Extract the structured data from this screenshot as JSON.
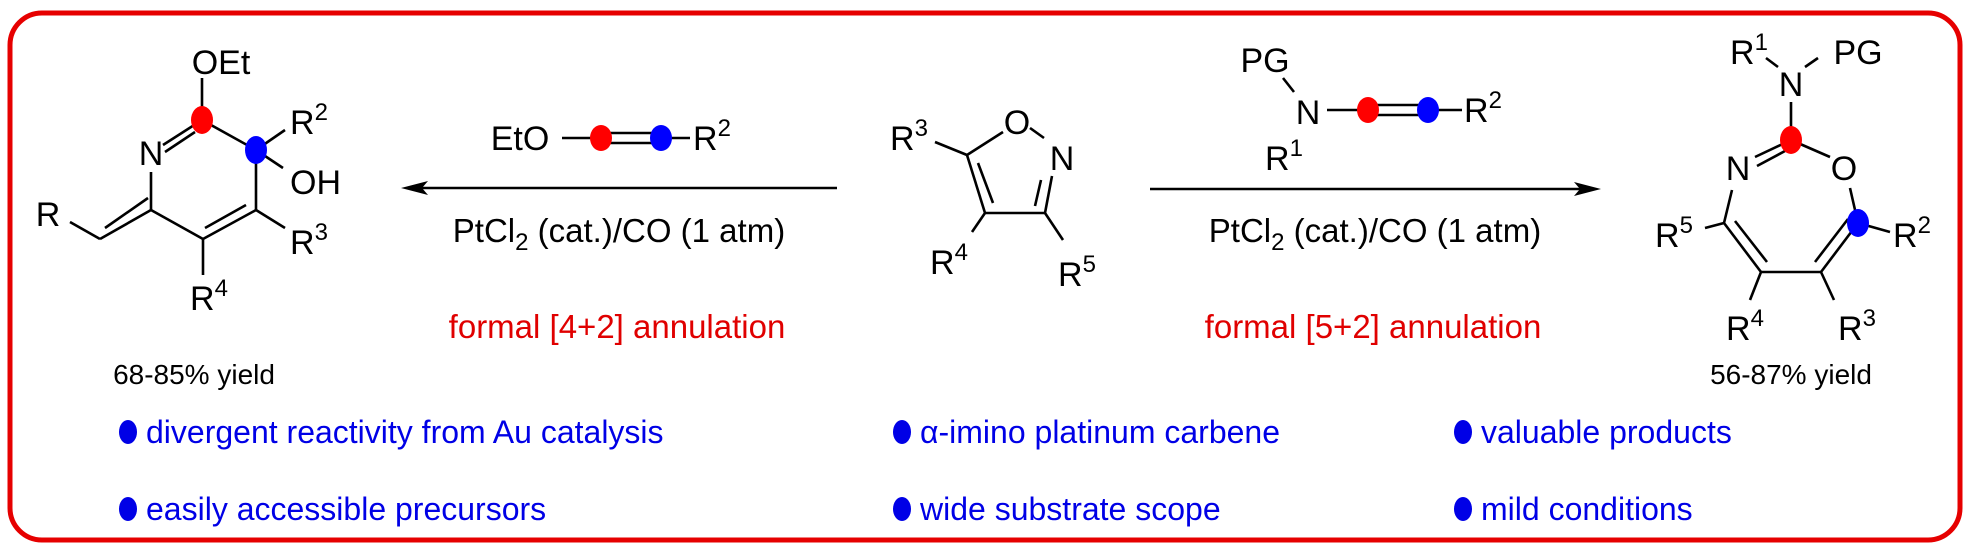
{
  "colors": {
    "border": "#e60000",
    "annulation_text": "#e00000",
    "bullet": "#0000e6",
    "carbon_red": "#ff0000",
    "carbon_blue": "#0000ff"
  },
  "left_product": {
    "oet": "OEt",
    "n": "N",
    "oh": "OH",
    "r": "R",
    "r2": {
      "base": "R",
      "sup": "2"
    },
    "r3": {
      "base": "R",
      "sup": "3"
    },
    "r4": {
      "base": "R",
      "sup": "4"
    },
    "yield": "68-85% yield"
  },
  "left_reaction": {
    "reagent_eto": "EtO",
    "reagent_r2": {
      "base": "R",
      "sup": "2"
    },
    "conditions": {
      "pre": "PtCl",
      "sub": "2",
      "post": " (cat.)/CO (1 atm)"
    },
    "label": "formal [4+2] annulation"
  },
  "isoxazole": {
    "o": "O",
    "n": "N",
    "r3": {
      "base": "R",
      "sup": "3"
    },
    "r4": {
      "base": "R",
      "sup": "4"
    },
    "r5": {
      "base": "R",
      "sup": "5"
    }
  },
  "right_reaction": {
    "pg": "PG",
    "n": "N",
    "r1": {
      "base": "R",
      "sup": "1"
    },
    "r2": {
      "base": "R",
      "sup": "2"
    },
    "conditions": {
      "pre": "PtCl",
      "sub": "2",
      "post": " (cat.)/CO (1 atm)"
    },
    "label": "formal [5+2] annulation"
  },
  "right_product": {
    "pg": "PG",
    "n_amine": "N",
    "n_ring": "N",
    "o_ring": "O",
    "r1": {
      "base": "R",
      "sup": "1"
    },
    "r2": {
      "base": "R",
      "sup": "2"
    },
    "r3": {
      "base": "R",
      "sup": "3"
    },
    "r4": {
      "base": "R",
      "sup": "4"
    },
    "r5": {
      "base": "R",
      "sup": "5"
    },
    "yield": "56-87% yield"
  },
  "features": [
    "divergent reactivity from Au catalysis",
    "α-imino platinum carbene",
    "valuable products",
    "easily accessible precursors",
    "wide substrate scope",
    "mild conditions"
  ]
}
